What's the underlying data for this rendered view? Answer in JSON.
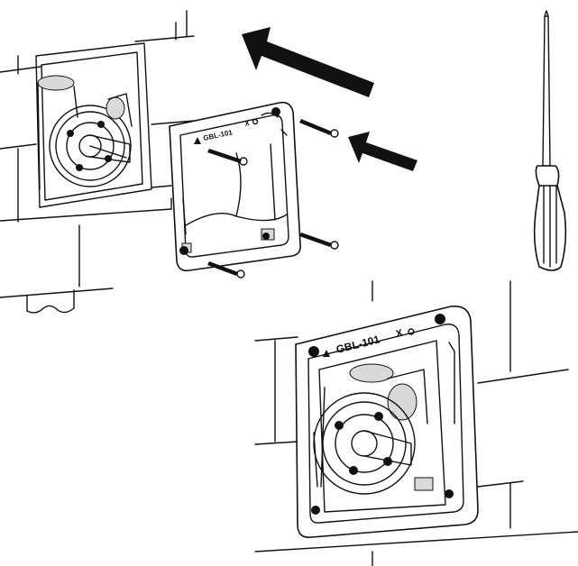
{
  "frame_label_top": "GBL-101",
  "frame_label_bottom": "GBL-101",
  "frame_mark_top": "X",
  "frame_mark_bottom": "X",
  "colors": {
    "line": "#111111",
    "background": "#ffffff",
    "shading": "#d9d9d9"
  },
  "icons": [
    "arrow-large-icon",
    "arrow-small-icon",
    "screwdriver-icon",
    "screw-icon",
    "warning-triangle-icon"
  ]
}
